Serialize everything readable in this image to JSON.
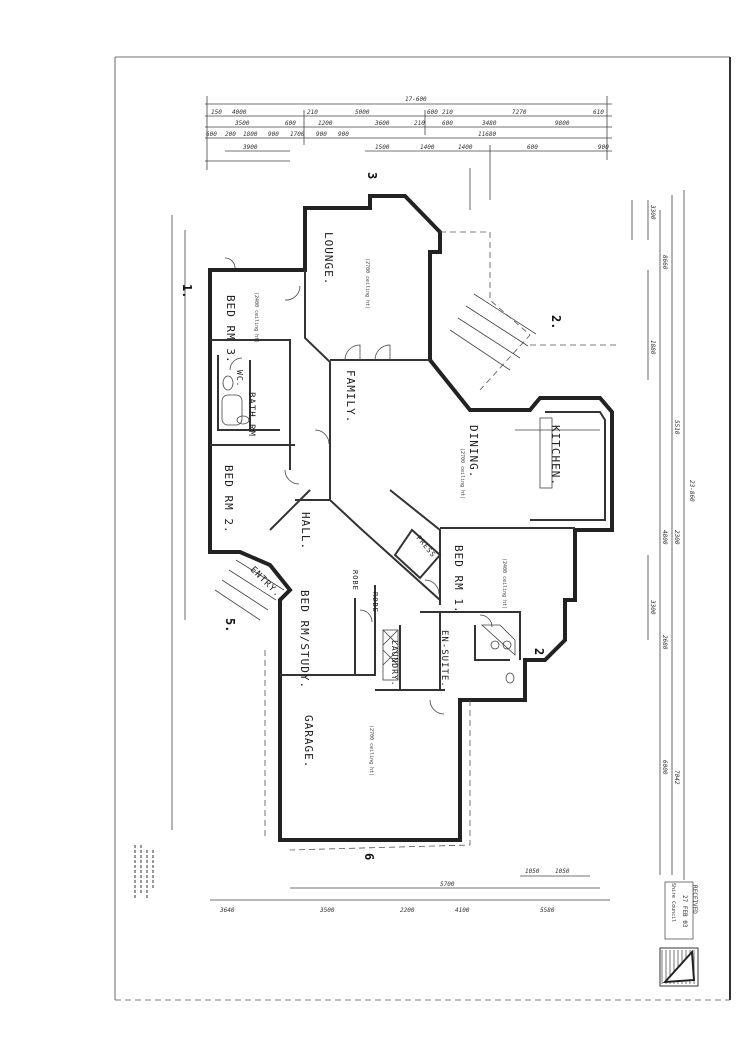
{
  "drawing": {
    "rooms": {
      "lounge": "LOUNGE.",
      "family": "FAMILY.",
      "dining": "DINING.",
      "kitchen": "KITCHEN.",
      "bed_rm_3": "BED RM 3.",
      "bed_rm_2": "BED RM 2.",
      "bed_rm_1": "BED RM 1.",
      "bath_rm": "BATH RM",
      "wc": "WC.",
      "hall": "HALL.",
      "entry": "ENTRY.",
      "press": "PRESS",
      "robe_1": "ROBE",
      "robe_2": "ROBE",
      "bed_rm_study": "BED RM/STUDY.",
      "laundry": "LAUNDRY.",
      "en_suite": "EN-SUITE.",
      "garage": "GARAGE."
    },
    "ceiling_notes": {
      "lounge": "(2700 ceiling ht)",
      "dining": "(2700 ceiling ht)",
      "bed_rm_3": "(2400 ceiling ht)",
      "bed_rm_1": "(2400 ceiling ht)",
      "garage": "(2700 ceiling ht)"
    },
    "section_markers": [
      "3",
      "2.",
      "2",
      "5.",
      "1.",
      "6"
    ],
    "dimensions": {
      "overall_width": "17-600",
      "overall_length": "23-860",
      "top_row_1": [
        "150",
        "4000",
        "210",
        "5000",
        "600",
        "210",
        "7270",
        "610"
      ],
      "top_row_2": [
        "3500",
        "600",
        "1200",
        "3600",
        "210",
        "600",
        "3480",
        "9800"
      ],
      "top_row_3": [
        "600",
        "200",
        "1800",
        "900",
        "1700",
        "900",
        "900",
        "11680"
      ],
      "top_row_4": [
        "3900",
        "1500",
        "1400",
        "1400",
        "600",
        "900"
      ],
      "right_row": [
        "3300",
        "8660",
        "1880",
        "5510",
        "2300",
        "4800",
        "3300",
        "2680",
        "6000",
        "7042"
      ],
      "bottom_row": [
        "3640",
        "3500",
        "2200",
        "4100",
        "5700",
        "1050",
        "1050",
        "5580"
      ]
    },
    "stamp": {
      "title": "RECEIVED",
      "date": "27 FEB 03",
      "council": "Shire Council"
    }
  }
}
